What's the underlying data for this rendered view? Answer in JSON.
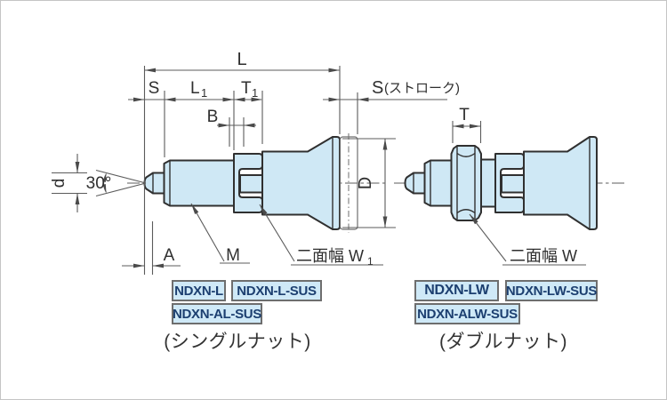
{
  "diagram": {
    "dim_labels": {
      "L": "L",
      "S": "S",
      "L1": {
        "main": "L",
        "sub": "1"
      },
      "T1": {
        "main": "T",
        "sub": "1"
      },
      "B": "B",
      "stroke": {
        "main": "S",
        "note": "(ストローク)"
      },
      "T": "T",
      "d": "d",
      "D": "D",
      "angle": "30°",
      "A": "A",
      "M": "M",
      "W1": {
        "main": "二面幅 W",
        "sub": "1"
      },
      "W": "二面幅 W"
    },
    "left_variant": {
      "models": [
        "NDXN-L",
        "NDXN-L-SUS",
        "NDXN-AL-SUS"
      ],
      "caption": "(シングルナット)"
    },
    "right_variant": {
      "models": [
        "NDXN-LW",
        "NDXN-LW-SUS",
        "NDXN-ALW-SUS"
      ],
      "caption": "(ダブルナット)"
    },
    "colors": {
      "part_fill": "#cfe8f5",
      "part_outline": "#303030",
      "dimension_line": "#5b5b5b",
      "label_text": "#2f2f2f",
      "badge_fill": "#cfe9f7",
      "badge_border": "#6e6e6e",
      "badge_text": "#1c3f70"
    }
  }
}
